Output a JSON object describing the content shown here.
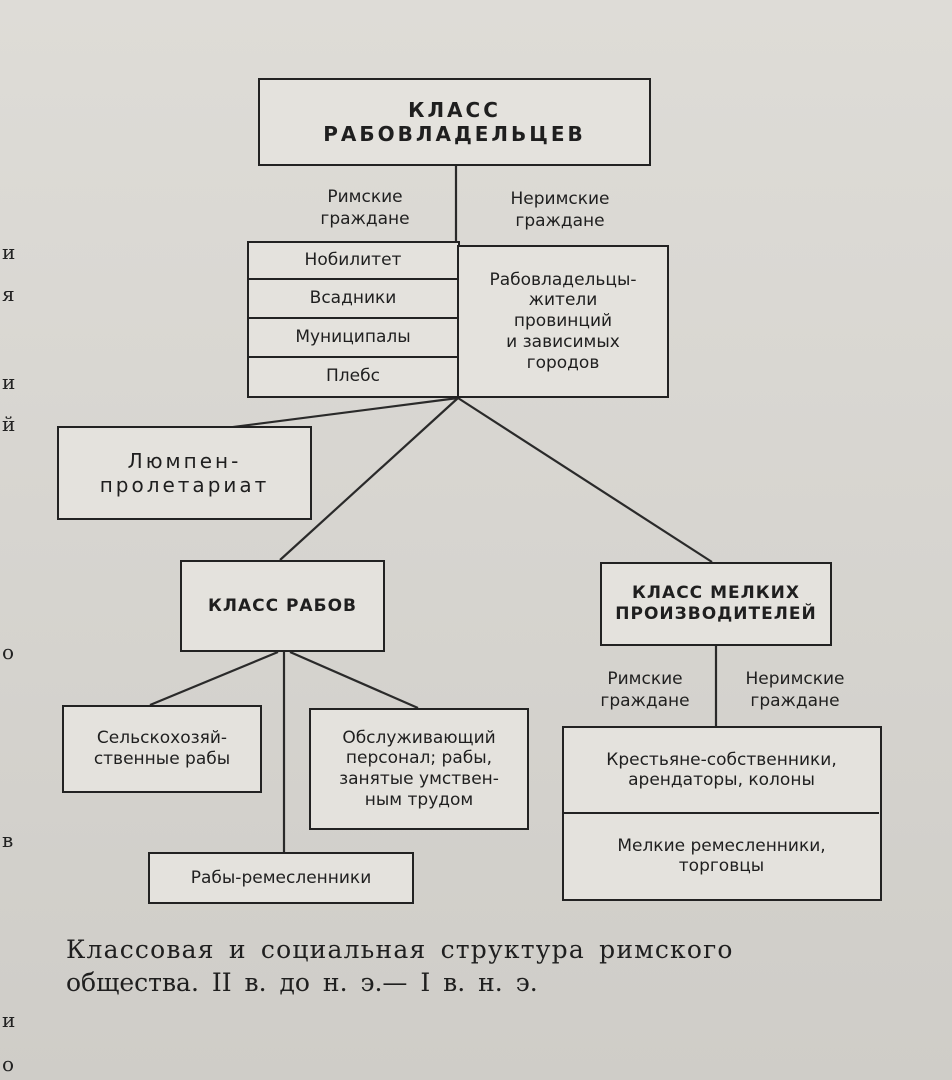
{
  "top_class": {
    "line1": "КЛАСС",
    "line2": "РАБОВЛАДЕЛЬЦЕВ"
  },
  "roman_label": {
    "line1": "Римские",
    "line2": "граждане"
  },
  "nonroman_label": {
    "line1": "Неримские",
    "line2": "граждане"
  },
  "roman_groups": [
    "Нобилитет",
    "Всадники",
    "Муниципалы",
    "Плебс"
  ],
  "provincial": {
    "lines": [
      "Рабовладельцы-",
      "жители",
      "провинций",
      "и зависимых",
      "городов"
    ]
  },
  "lumpen": {
    "line1": "Люмпен-",
    "line2": "пролетариат"
  },
  "slaves_class": {
    "label": "КЛАСС РАБОВ"
  },
  "slave_groups": {
    "agricultural": {
      "line1": "Сельскохозяй-",
      "line2": "ственные рабы"
    },
    "service": {
      "lines": [
        "Обслуживающий",
        "персонал; рабы,",
        "занятые умствен-",
        "ным трудом"
      ]
    },
    "artisans": "Рабы-ремесленники"
  },
  "small_producers": {
    "line1": "КЛАСС МЕЛКИХ",
    "line2": "ПРОИЗВОДИТЕЛЕЙ"
  },
  "producers_roman_label": {
    "line1": "Римские",
    "line2": "граждане"
  },
  "producers_nonroman_label": {
    "line1": "Неримские",
    "line2": "граждане"
  },
  "producer_groups": {
    "peasants": {
      "line1": "Крестьяне-собственники,",
      "line2": "арендаторы, колоны"
    },
    "craftsmen": {
      "line1": "Мелкие ремесленники,",
      "line2": "торговцы"
    }
  },
  "caption": {
    "line1": "Классовая и социальная структура римского",
    "line2": "общества. II в. до н. э.— I в. н. э."
  },
  "margin_glyphs": [
    "и",
    "я",
    "и",
    "й",
    "о",
    "в",
    "и",
    "о"
  ]
}
